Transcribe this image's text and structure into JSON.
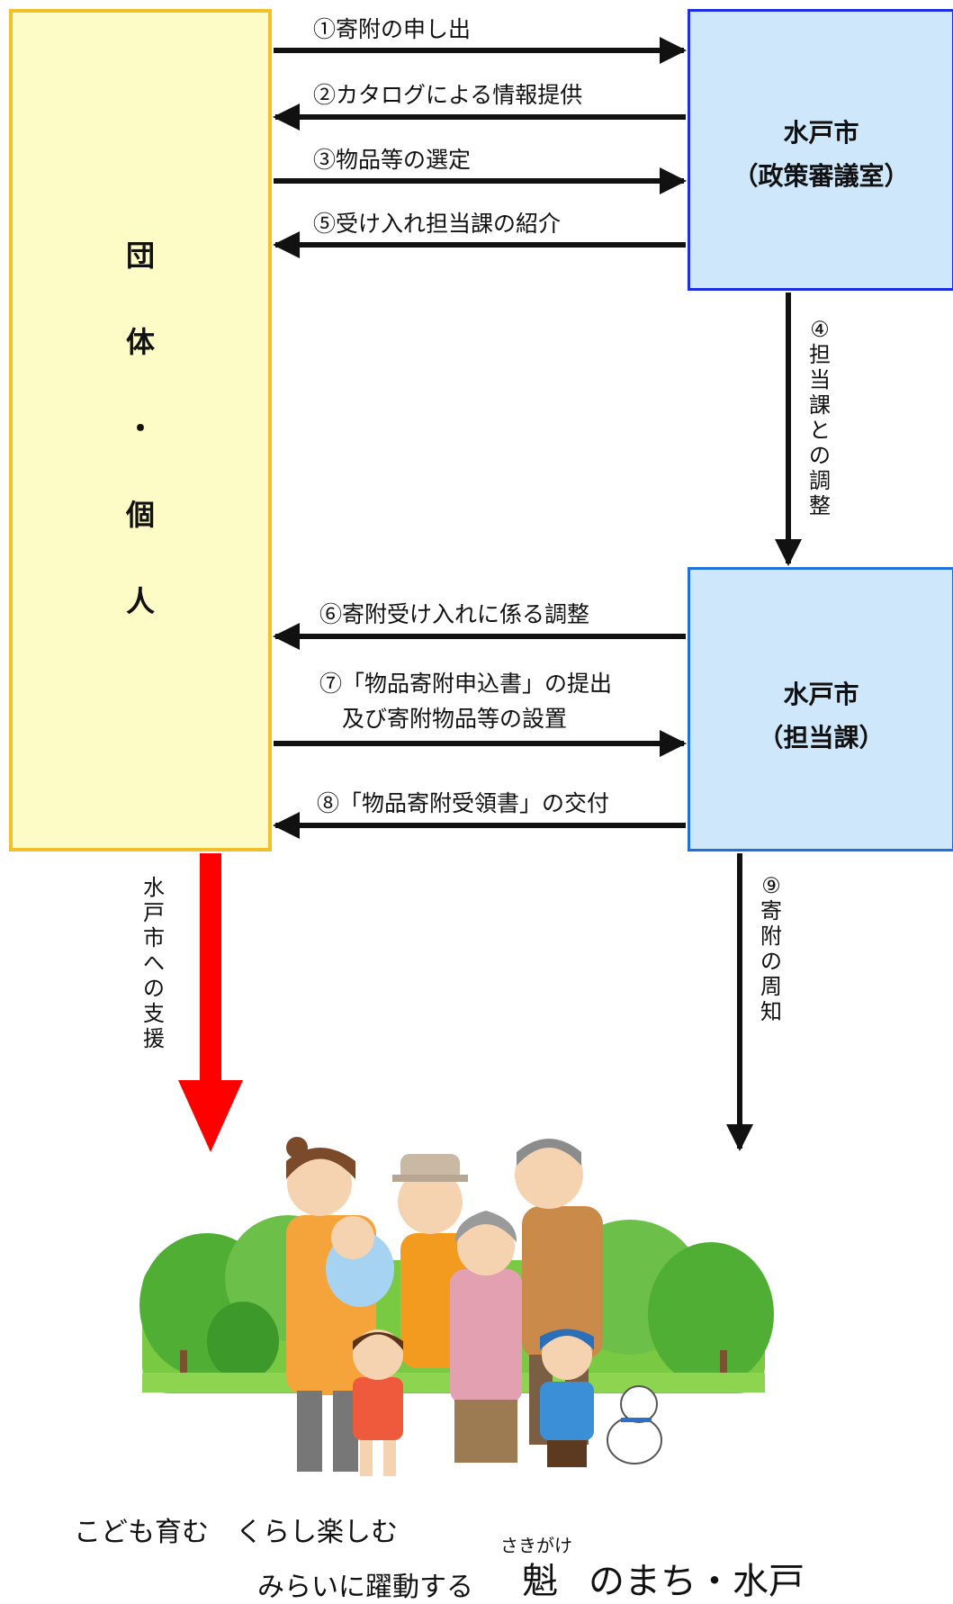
{
  "boxes": {
    "individual": [
      "団",
      "体",
      "・",
      "個",
      "人"
    ],
    "policy_office": {
      "line1": "水戸市",
      "line2": "（政策審議室）"
    },
    "dept_office": {
      "line1": "水戸市",
      "line2": "（担当課）"
    }
  },
  "steps": {
    "s1": "①寄附の申し出",
    "s2": "②カタログによる情報提供",
    "s3": "③物品等の選定",
    "s4": [
      "④",
      "担",
      "当",
      "課",
      "と",
      "の",
      "調",
      "整"
    ],
    "s5": "⑤受け入れ担当課の紹介",
    "s6": "⑥寄附受け入れに係る調整",
    "s7_line1": "⑦「物品寄附申込書」の提出",
    "s7_line2": "及び寄附物品等の設置",
    "s8": "⑧「物品寄附受領書」の交付",
    "s9": [
      "⑨",
      "寄",
      "附",
      "の",
      "周",
      "知"
    ],
    "support": [
      "水",
      "戸",
      "市",
      "へ",
      "の",
      "支",
      "援"
    ]
  },
  "slogan": {
    "line1": "こども育む　くらし楽しむ",
    "line2_pre": "みらいに躍動する",
    "ruby": "さきがけ",
    "kanji": "魁",
    "line2_post": "のまち・水戸"
  },
  "colors": {
    "arrow": "#111111",
    "support_arrow": "#ff0000"
  }
}
